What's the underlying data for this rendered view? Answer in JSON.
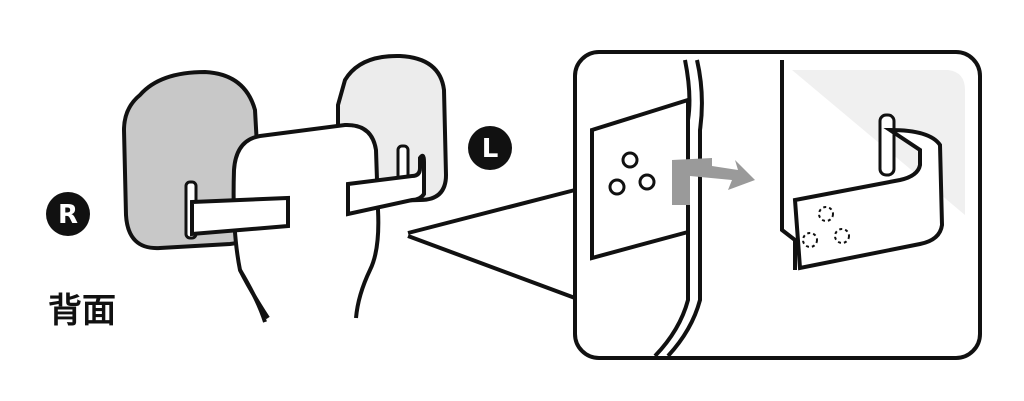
{
  "labels": {
    "right": "R",
    "left": "L",
    "back_view": "背面"
  },
  "colors": {
    "outline": "#111111",
    "pad_right_fill": "#c8c8c8",
    "pad_left_fill": "#ececec",
    "arrow_fill": "#9a9a9a",
    "panel_bg": "#ffffff"
  }
}
